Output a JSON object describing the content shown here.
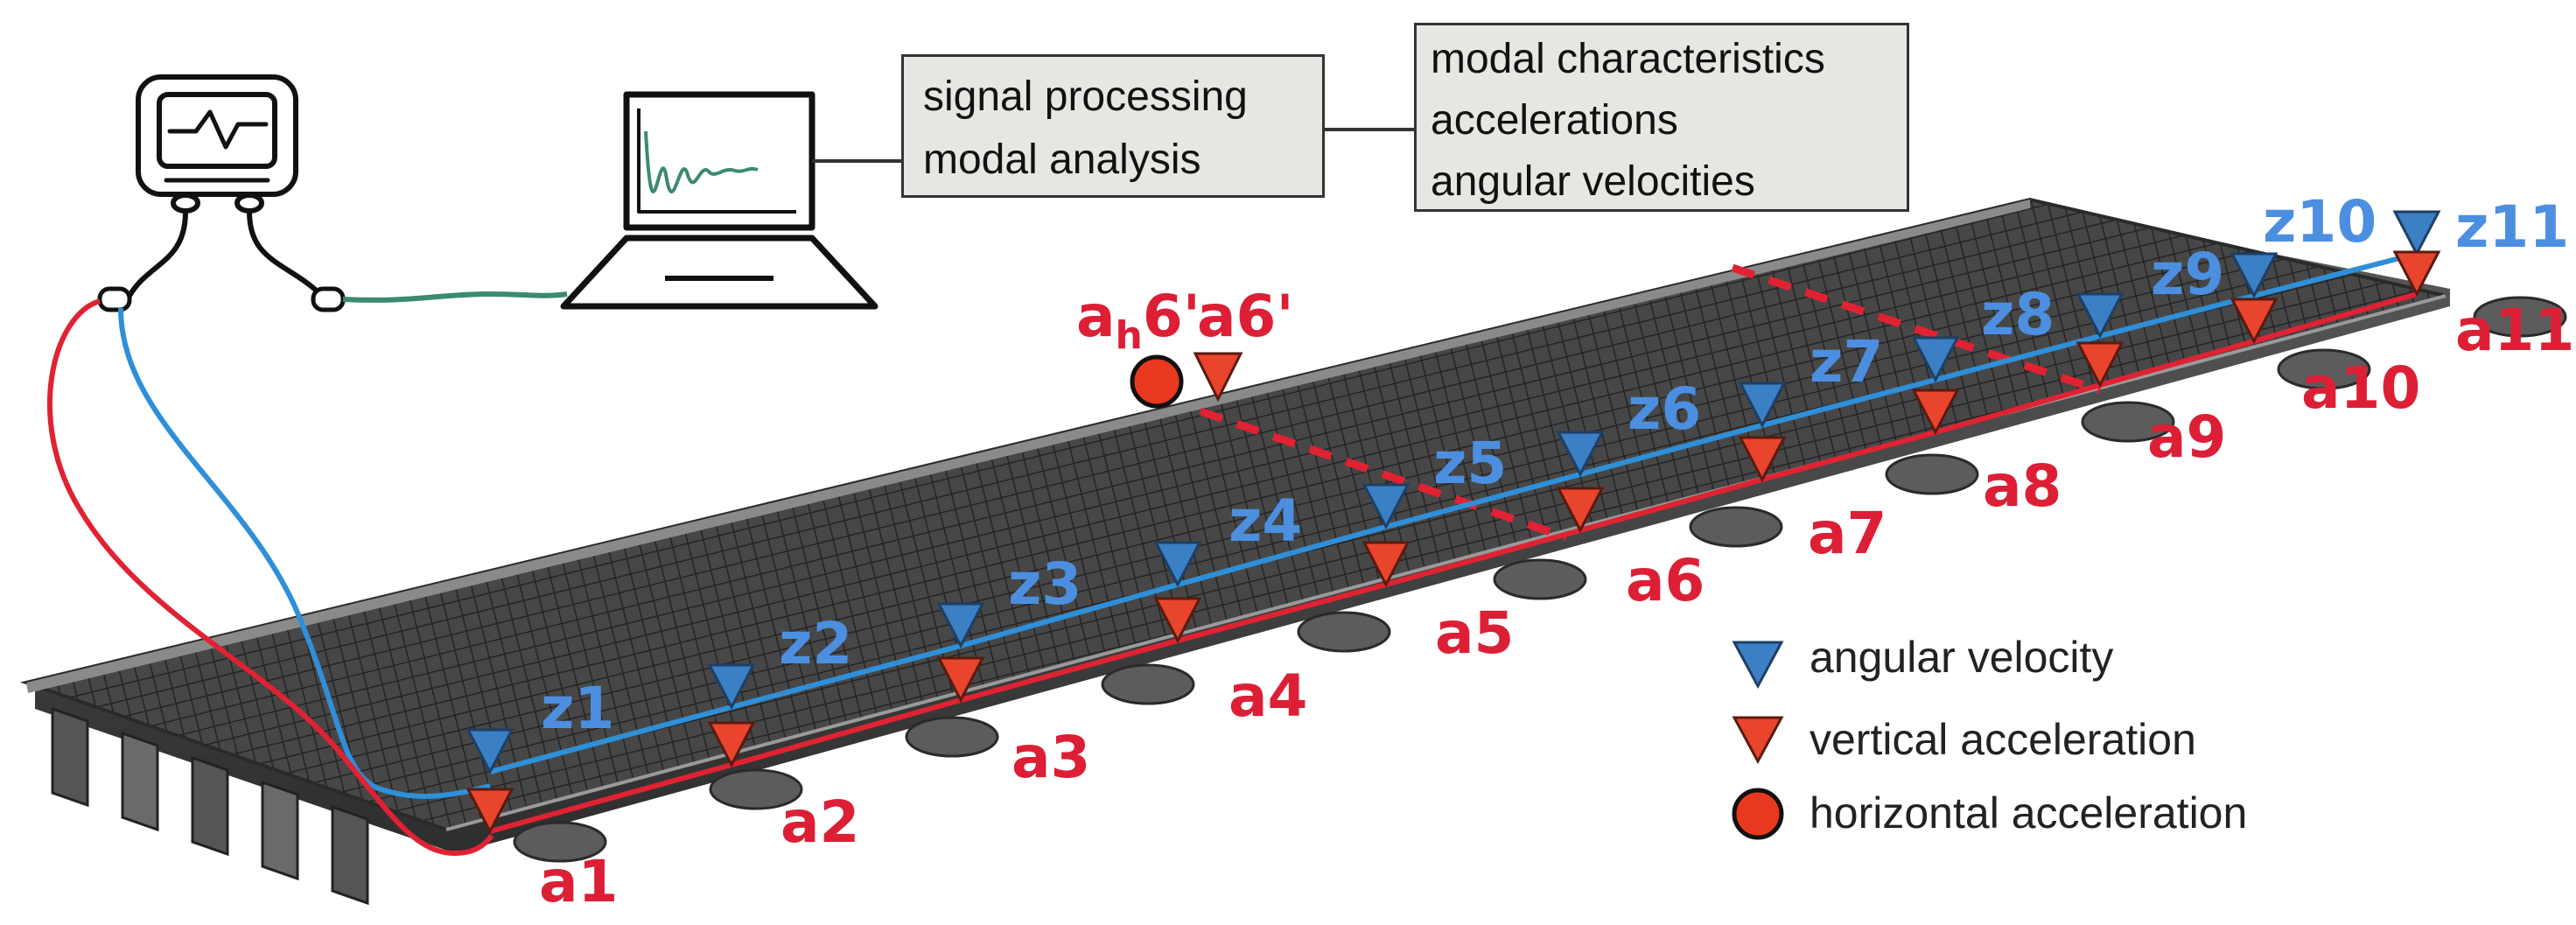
{
  "processing_box": {
    "lines": [
      "signal processing",
      "modal analysis"
    ]
  },
  "output_box": {
    "lines": [
      "modal characteristics",
      "accelerations",
      "angular velocities"
    ]
  },
  "sensors": {
    "z_labels": [
      "z1",
      "z2",
      "z3",
      "z4",
      "z5",
      "z6",
      "z7",
      "z8",
      "z9",
      "z10",
      "z11"
    ],
    "a_labels": [
      "a1",
      "a2",
      "a3",
      "a4",
      "a5",
      "a6",
      "a7",
      "a8",
      "a9",
      "a10",
      "a11"
    ],
    "horizontal_label_base": "a",
    "horizontal_label_sub": "h",
    "horizontal_label_suffix": "6'",
    "extra_vertical_label": "a6'"
  },
  "legend": {
    "angular_velocity": "angular velocity",
    "vertical_acceleration": "vertical acceleration",
    "horizontal_acceleration": "horizontal acceleration"
  },
  "colors": {
    "angular_velocity_marker": "#3b7fc4",
    "vertical_acceleration_marker": "#e8452c",
    "horizontal_acceleration_marker": "#e8381f",
    "z_label": "#4c8fe0",
    "a_label": "#dc1f35",
    "blue_cable": "#2f8fd8",
    "red_cable": "#e02232",
    "green_cable": "#3c8a70",
    "deck": "#3c3c3c"
  }
}
